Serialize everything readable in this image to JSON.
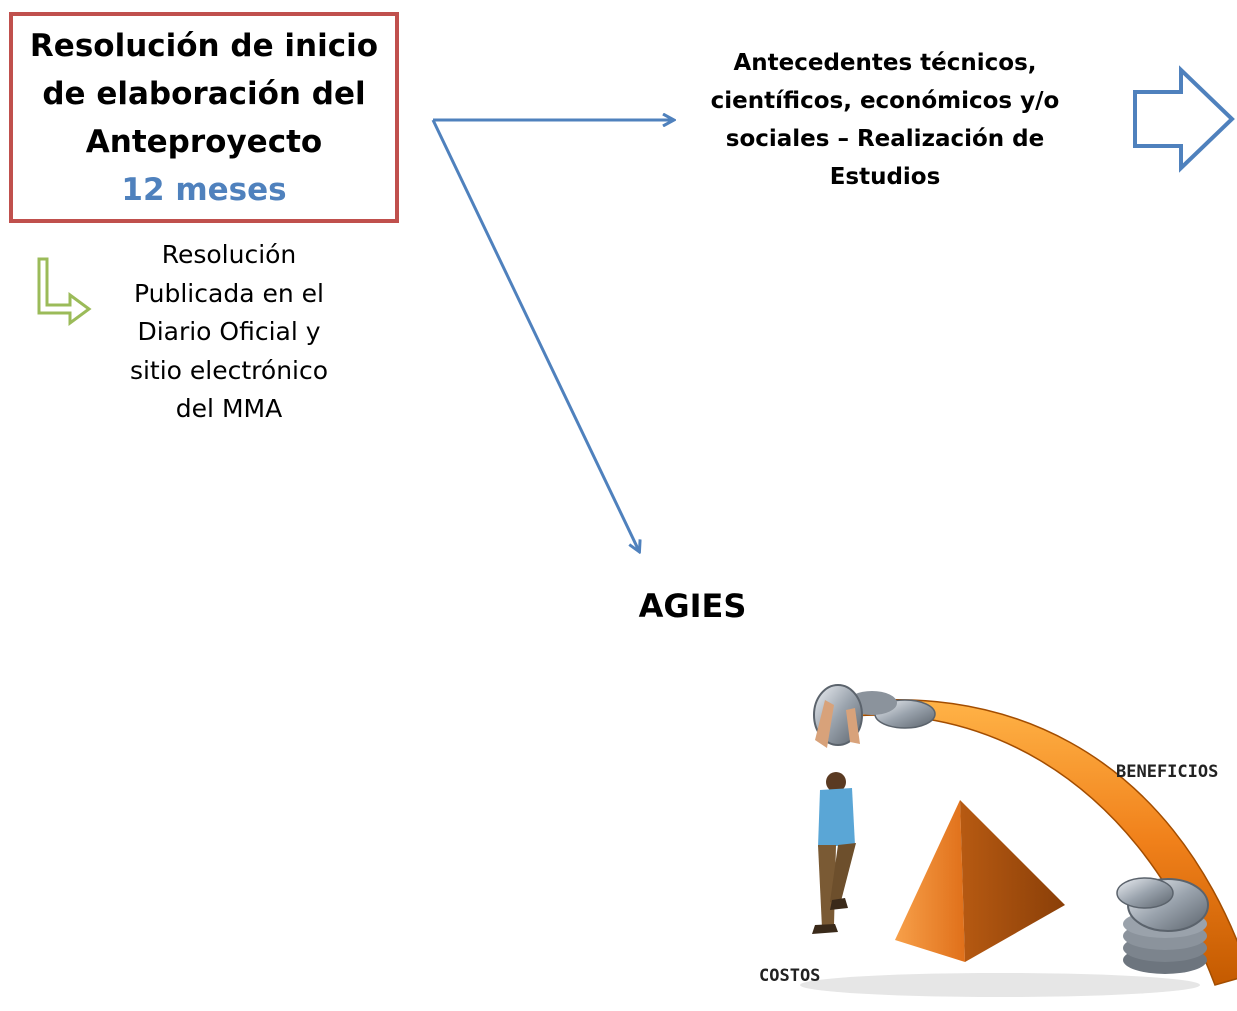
{
  "resolution_box": {
    "title": "Resolución de inicio\nde elaboración del\nAnteproyecto",
    "duration": "12 meses"
  },
  "published_note": "Resolución\nPublicada en el\nDiario Oficial y\nsitio electrónico\ndel MMA",
  "antecedentes": "Antecedentes técnicos,\ncientíficos, económicos y/o\nsociales –  Realización de\nEstudios",
  "agies": "AGIES",
  "illustration": {
    "benefits_label": "BENEFICIOS",
    "costs_label": "COSTOS"
  },
  "colors": {
    "box_border": "#c0504d",
    "duration": "#4f81bd",
    "arrow_blue": "#4f81bd",
    "arrow_green": "#9bbb59",
    "beam": "#f0801a"
  },
  "icons": {
    "next_step": "block-arrow-right-icon",
    "published": "bent-arrow-down-right-icon"
  }
}
